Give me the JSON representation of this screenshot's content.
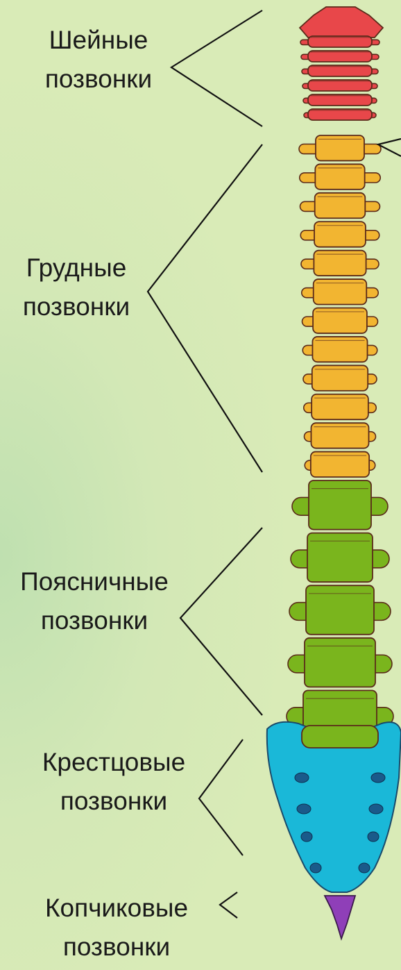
{
  "labels": {
    "cervical": {
      "line1": "Шейные",
      "line2": "позвонки"
    },
    "thoracic": {
      "line1": "Грудные",
      "line2": "позвонки"
    },
    "lumbar": {
      "line1": "Поясничные",
      "line2": "позвонки"
    },
    "sacral": {
      "line1": "Крестцовые",
      "line2": "позвонки"
    },
    "coccygeal": {
      "line1": "Копчиковые",
      "line2": "позвонки"
    }
  },
  "colors": {
    "cervical": "#e8474a",
    "thoracic": "#f2b531",
    "lumbar": "#7ab51d",
    "sacral": "#1ab8d8",
    "coccygeal": "#8f3fb8",
    "outline": "#5a2a1a"
  },
  "counts": {
    "cervical": 7,
    "thoracic": 12,
    "lumbar": 5
  }
}
